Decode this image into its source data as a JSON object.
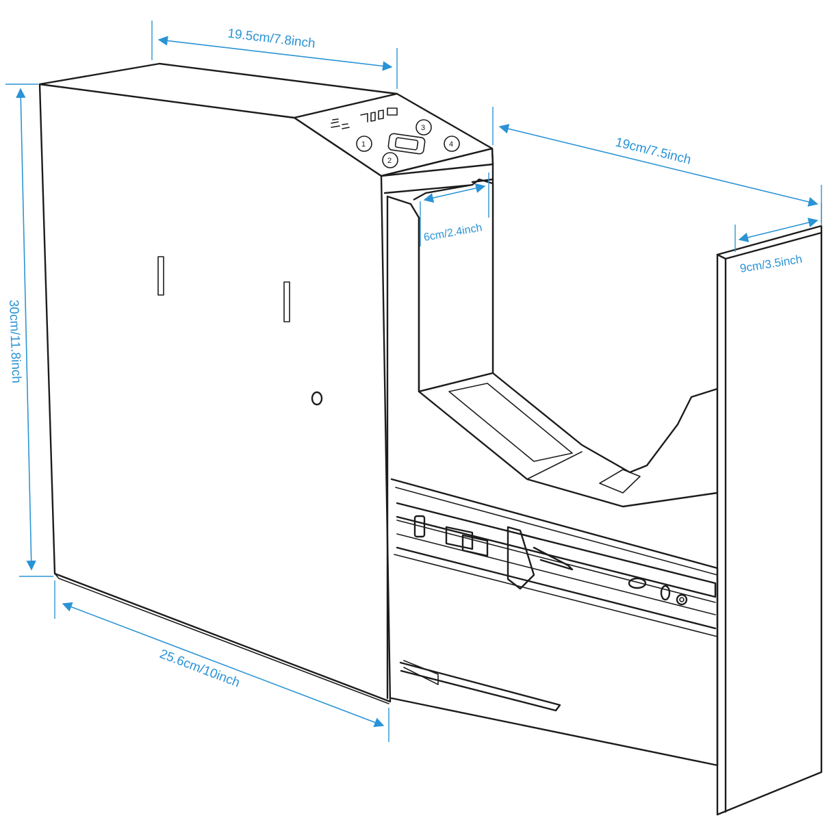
{
  "dimensions": {
    "top_width": "19.5cm/7.8inch",
    "height": "30cm/11.8inch",
    "depth": "25.6cm/10inch",
    "drawer_depth": "19cm/7.5inch",
    "slot_width": "6cm/2.4inch",
    "front_width": "9cm/3.5inch"
  },
  "keypad": {
    "keys": [
      "1",
      "2",
      "3",
      "4"
    ]
  },
  "colors": {
    "dimension_line": "#2a93d5",
    "outline": "#1c1c1c",
    "background": "#ffffff"
  }
}
